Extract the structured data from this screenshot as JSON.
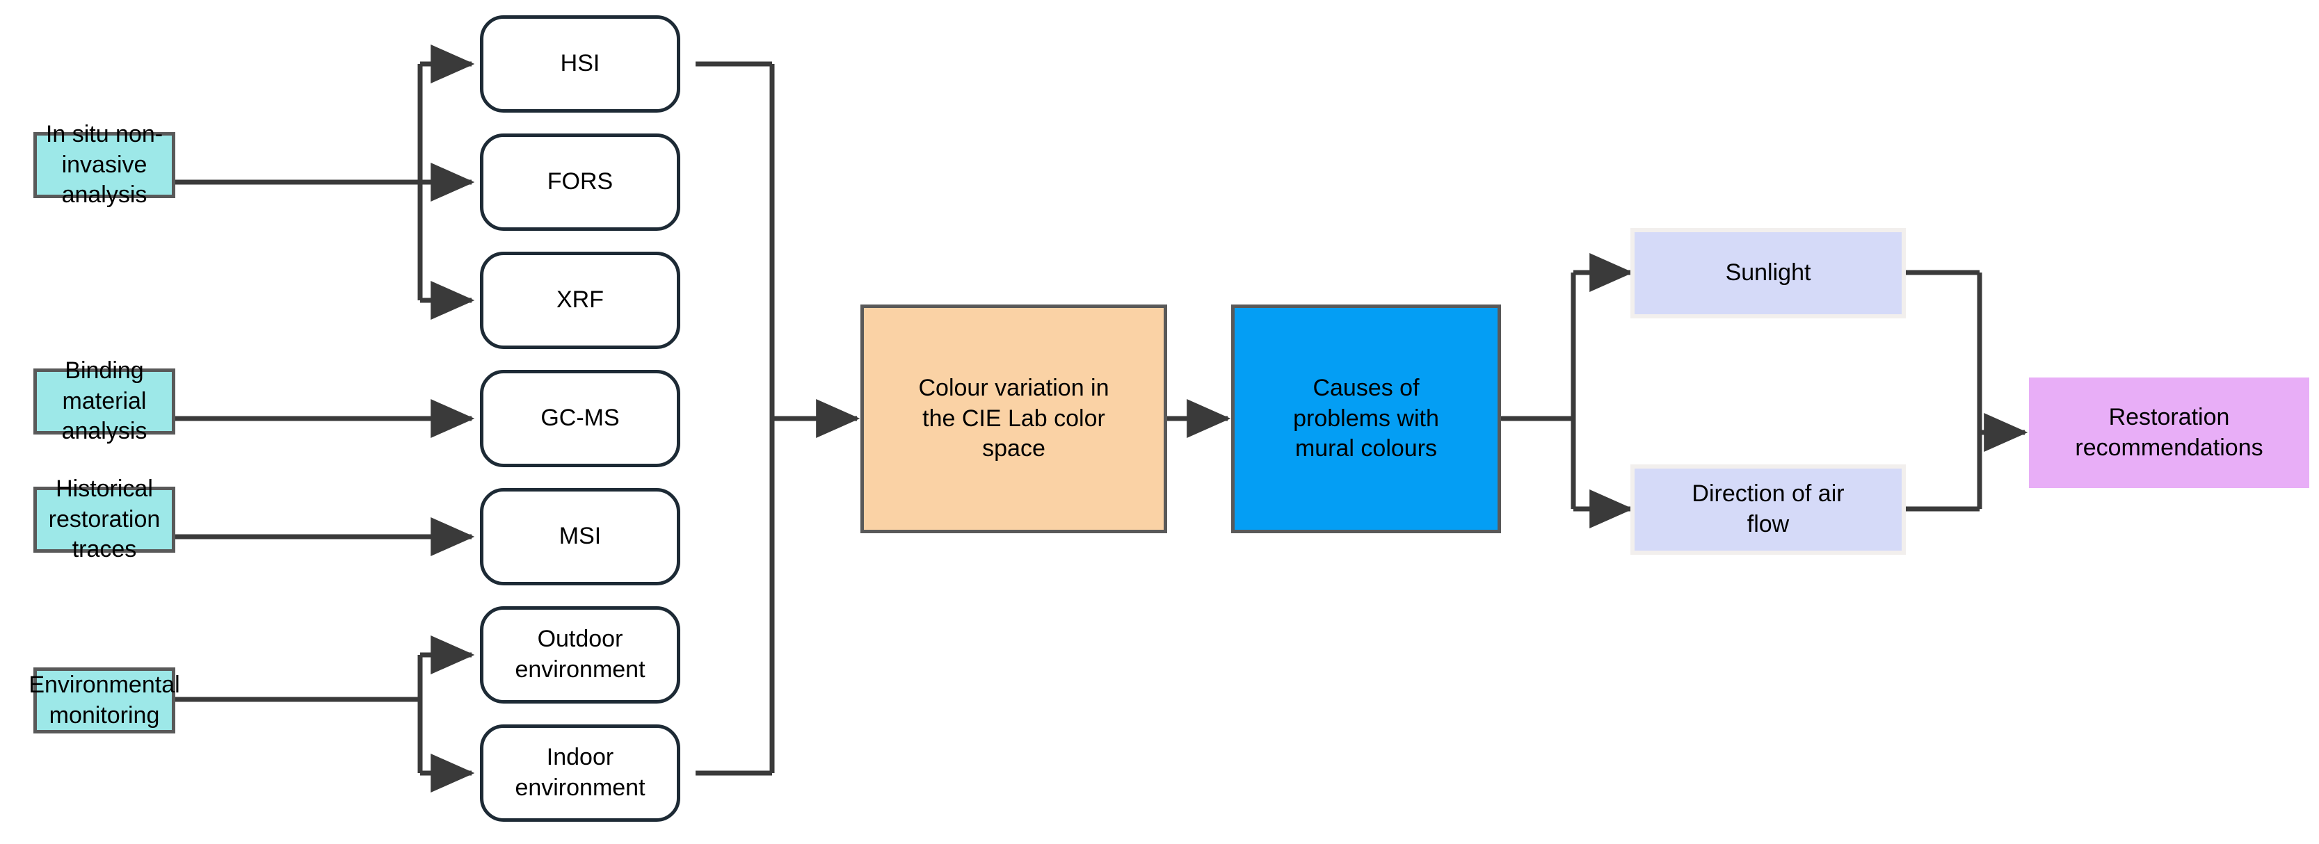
{
  "diagram": {
    "title": "Mural colour analysis and restoration workflow",
    "background": "#ffffff",
    "palette": {
      "teal_fill": "#9DE8E8",
      "teal_stroke": "#595959",
      "rounded_stroke": "#1D2A35",
      "rounded_fill": "#FFFFFF",
      "orange_fill": "#FAD2A5",
      "orange_stroke": "#595959",
      "blue_fill": "#049EF4",
      "blue_stroke": "#595959",
      "lavender_fill": "#D5DAF8",
      "lavender_stroke": "#F2EFED",
      "purple_fill": "#E8AEF7",
      "connector": "#3A3A3A"
    }
  },
  "inputs": [
    {
      "id": "in-situ",
      "label": "In situ non-invasive\nanalysis"
    },
    {
      "id": "binding",
      "label": "Binding\nmaterial analysis"
    },
    {
      "id": "historical",
      "label": "Historical restoration\ntraces"
    },
    {
      "id": "environmental",
      "label": "Environmental\nmonitoring"
    }
  ],
  "techniques": [
    {
      "id": "hsi",
      "label": "HSI"
    },
    {
      "id": "fors",
      "label": "FORS"
    },
    {
      "id": "xrf",
      "label": "XRF"
    },
    {
      "id": "gcms",
      "label": "GC-MS"
    },
    {
      "id": "msi",
      "label": "MSI"
    },
    {
      "id": "outdoor",
      "label": "Outdoor\nenvironment"
    },
    {
      "id": "indoor",
      "label": "Indoor\nenvironment"
    }
  ],
  "stages": {
    "colour_variation": "Colour variation in\nthe CIE Lab color\nspace",
    "causes": "Causes of\nproblems with\nmural colours"
  },
  "factors": [
    {
      "id": "sunlight",
      "label": "Sunlight"
    },
    {
      "id": "airflow",
      "label": "Direction of air\nflow"
    }
  ],
  "outcome": {
    "id": "restoration",
    "label": "Restoration\nrecommendations"
  }
}
